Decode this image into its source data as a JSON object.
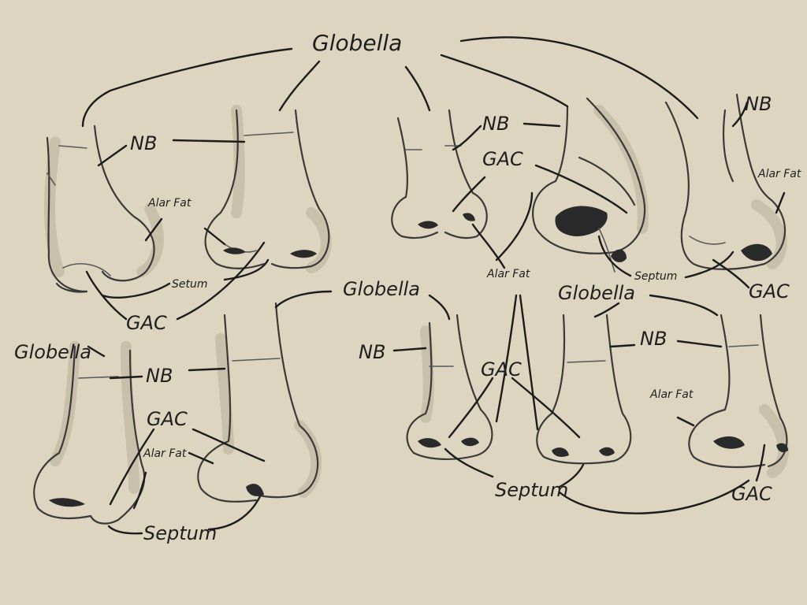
{
  "labels": {
    "globella_top": "Globella",
    "nb_1": "NB",
    "alar_fat_1": "Alar Fat",
    "setum_1": "Setum",
    "gac_1": "GAC",
    "nb_2": "NB",
    "gac_2": "GAC",
    "alar_fat_2": "Alar Fat",
    "septum_2": "Septum",
    "nb_3": "NB",
    "alar_fat_3": "Alar Fat",
    "gac_3": "GAC",
    "globella_left": "Globella",
    "nb_4": "NB",
    "gac_4": "GAC",
    "alar_fat_4": "Alar Fat",
    "septum_4": "Septum",
    "globella_mid": "Globella",
    "nb_5": "NB",
    "gac_5": "GAC",
    "septum_5": "Septum",
    "globella_right": "Globella",
    "nb_6": "NB",
    "alar_fat_6": "Alar Fat",
    "gac_6": "GAC"
  },
  "colors": {
    "paper": "#ddd5c0",
    "ink": "#1c1c1c",
    "shade": "#bfb7a3"
  }
}
